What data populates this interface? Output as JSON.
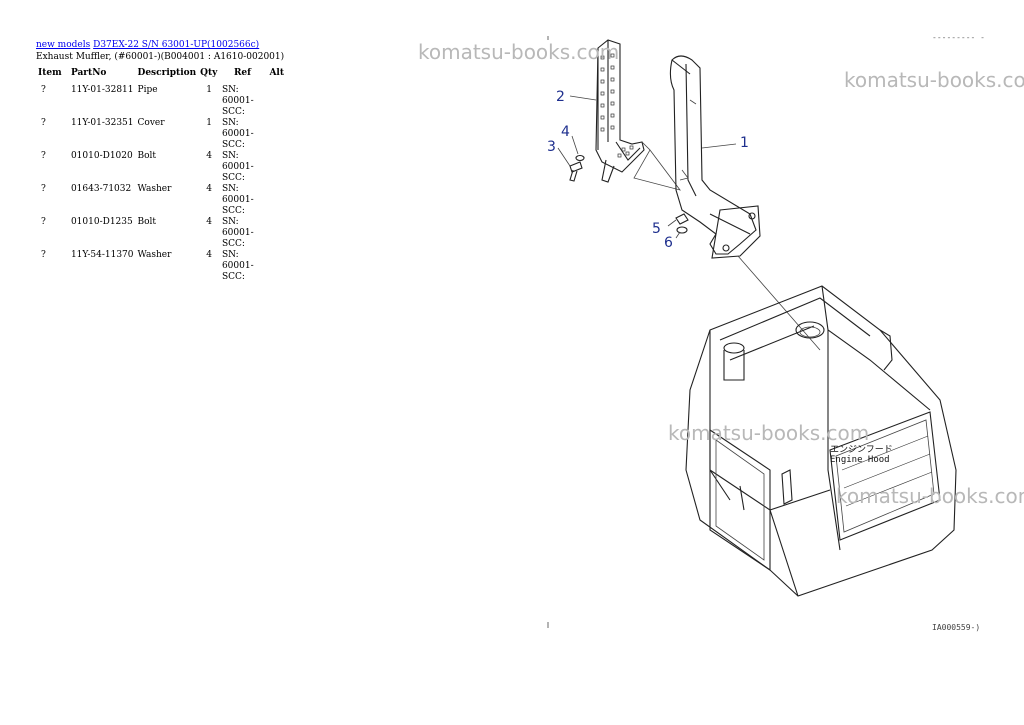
{
  "breadcrumb": {
    "link1": "new models",
    "link2": "D37EX-22 S/N 63001-UP(1002566c)"
  },
  "subtitle": "Exhaust Muffler, (#60001-)(B004001 : A1610-002001)",
  "table": {
    "headers": [
      "Item",
      "PartNo",
      "Description",
      "Qty",
      "Ref",
      "Alt"
    ],
    "rows": [
      {
        "item": "?",
        "part": "11Y-01-32811",
        "desc": "Pipe",
        "qty": "1",
        "ref": "SN: 60001-SCC:",
        "alt": ""
      },
      {
        "item": "?",
        "part": "11Y-01-32351",
        "desc": "Cover",
        "qty": "1",
        "ref": "SN: 60001-SCC:",
        "alt": ""
      },
      {
        "item": "?",
        "part": "01010-D1020",
        "desc": "Bolt",
        "qty": "4",
        "ref": "SN: 60001-SCC:",
        "alt": ""
      },
      {
        "item": "?",
        "part": "01643-71032",
        "desc": "Washer",
        "qty": "4",
        "ref": "SN: 60001-SCC:",
        "alt": ""
      },
      {
        "item": "?",
        "part": "01010-D1235",
        "desc": "Bolt",
        "qty": "4",
        "ref": "SN: 60001-SCC:",
        "alt": ""
      },
      {
        "item": "?",
        "part": "11Y-54-11370",
        "desc": "Washer",
        "qty": "4",
        "ref": "SN: 60001-SCC:",
        "alt": ""
      }
    ]
  },
  "diagram": {
    "callouts": [
      "1",
      "2",
      "3",
      "4",
      "5",
      "6"
    ],
    "hood_label_jp": "エンジンフード",
    "hood_label_en": "Engine Hood",
    "drawing_code": "IA000559-)",
    "top_code": "--------- -"
  },
  "watermarks": [
    "komatsu-books.com",
    "komatsu-books.com",
    "komatsu-books.com",
    "komatsu-books.com"
  ]
}
